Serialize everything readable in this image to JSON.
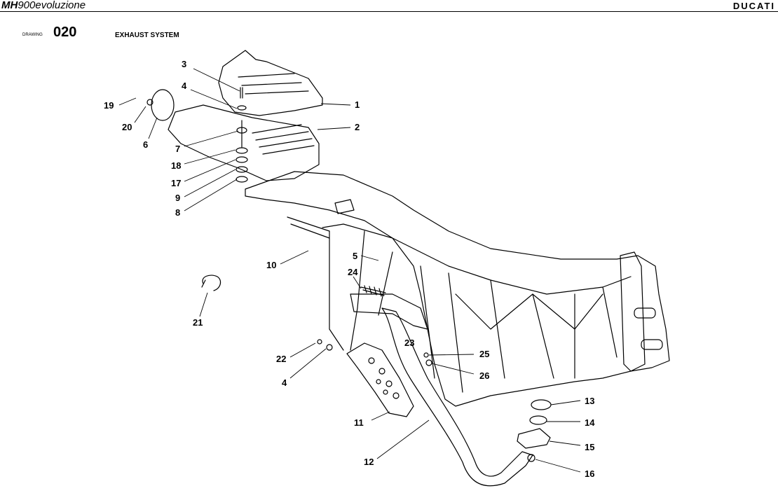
{
  "header": {
    "model_bold": "MH",
    "model_rest": "900evoluzione",
    "brand": "DUCATI"
  },
  "drawing": {
    "label": "DRAWING",
    "number": "020",
    "title": "EXHAUST SYSTEM"
  },
  "callouts": [
    "1",
    "2",
    "3",
    "4",
    "5",
    "6",
    "7",
    "8",
    "9",
    "10",
    "11",
    "12",
    "13",
    "14",
    "15",
    "16",
    "17",
    "18",
    "19",
    "20",
    "21",
    "22",
    "4",
    "23",
    "24",
    "25",
    "26"
  ]
}
